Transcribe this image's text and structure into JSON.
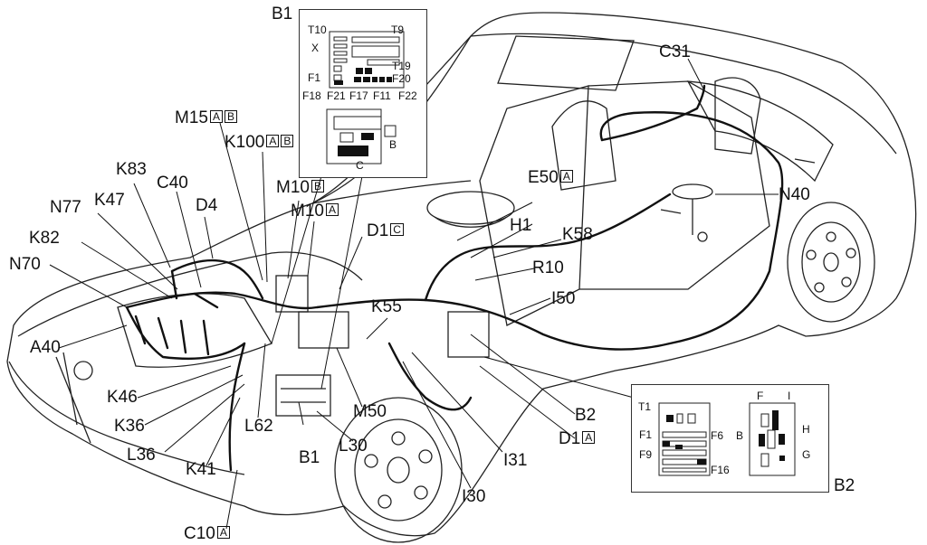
{
  "labels": {
    "b1_top": "B1",
    "m15": "M15",
    "m15_a": "A",
    "m15_b": "B",
    "k100": "K100",
    "k100_a": "A",
    "k100_b": "B",
    "k83": "K83",
    "c40": "C40",
    "d4": "D4",
    "k47": "K47",
    "n77": "N77",
    "k82": "K82",
    "n70": "N70",
    "a40": "A40",
    "k46": "K46",
    "k36": "K36",
    "l36": "L36",
    "k41": "K41",
    "c10": "C10",
    "c10_a": "A",
    "l62": "L62",
    "b1_bottom": "B1",
    "l30": "L30",
    "m50": "M50",
    "i30": "I30",
    "i31": "I31",
    "d1a": "D1",
    "d1a_a": "A",
    "b2_lbl": "B2",
    "k55": "K55",
    "m10b": "M10",
    "m10b_b": "B",
    "m10a": "M10",
    "m10a_a": "A",
    "d1c": "D1",
    "d1c_c": "C",
    "e50": "E50",
    "e50_a": "A",
    "h1": "H1",
    "k58": "K58",
    "r10": "R10",
    "i50": "I50",
    "n40": "N40",
    "c31": "C31"
  },
  "inset_b1": {
    "t10": "T10",
    "t9": "T9",
    "x": "X",
    "t19": "T19",
    "f1": "F1",
    "f20": "F20",
    "f18": "F18",
    "f21": "F21",
    "f17": "F17",
    "f11": "F11",
    "f22": "F22",
    "b": "B",
    "c": "C"
  },
  "inset_b2": {
    "t1": "T1",
    "f1": "F1",
    "f6": "F6",
    "f9": "F9",
    "f16": "F16",
    "f": "F",
    "i": "I",
    "b": "B",
    "h": "H",
    "g": "G",
    "title": "B2"
  }
}
